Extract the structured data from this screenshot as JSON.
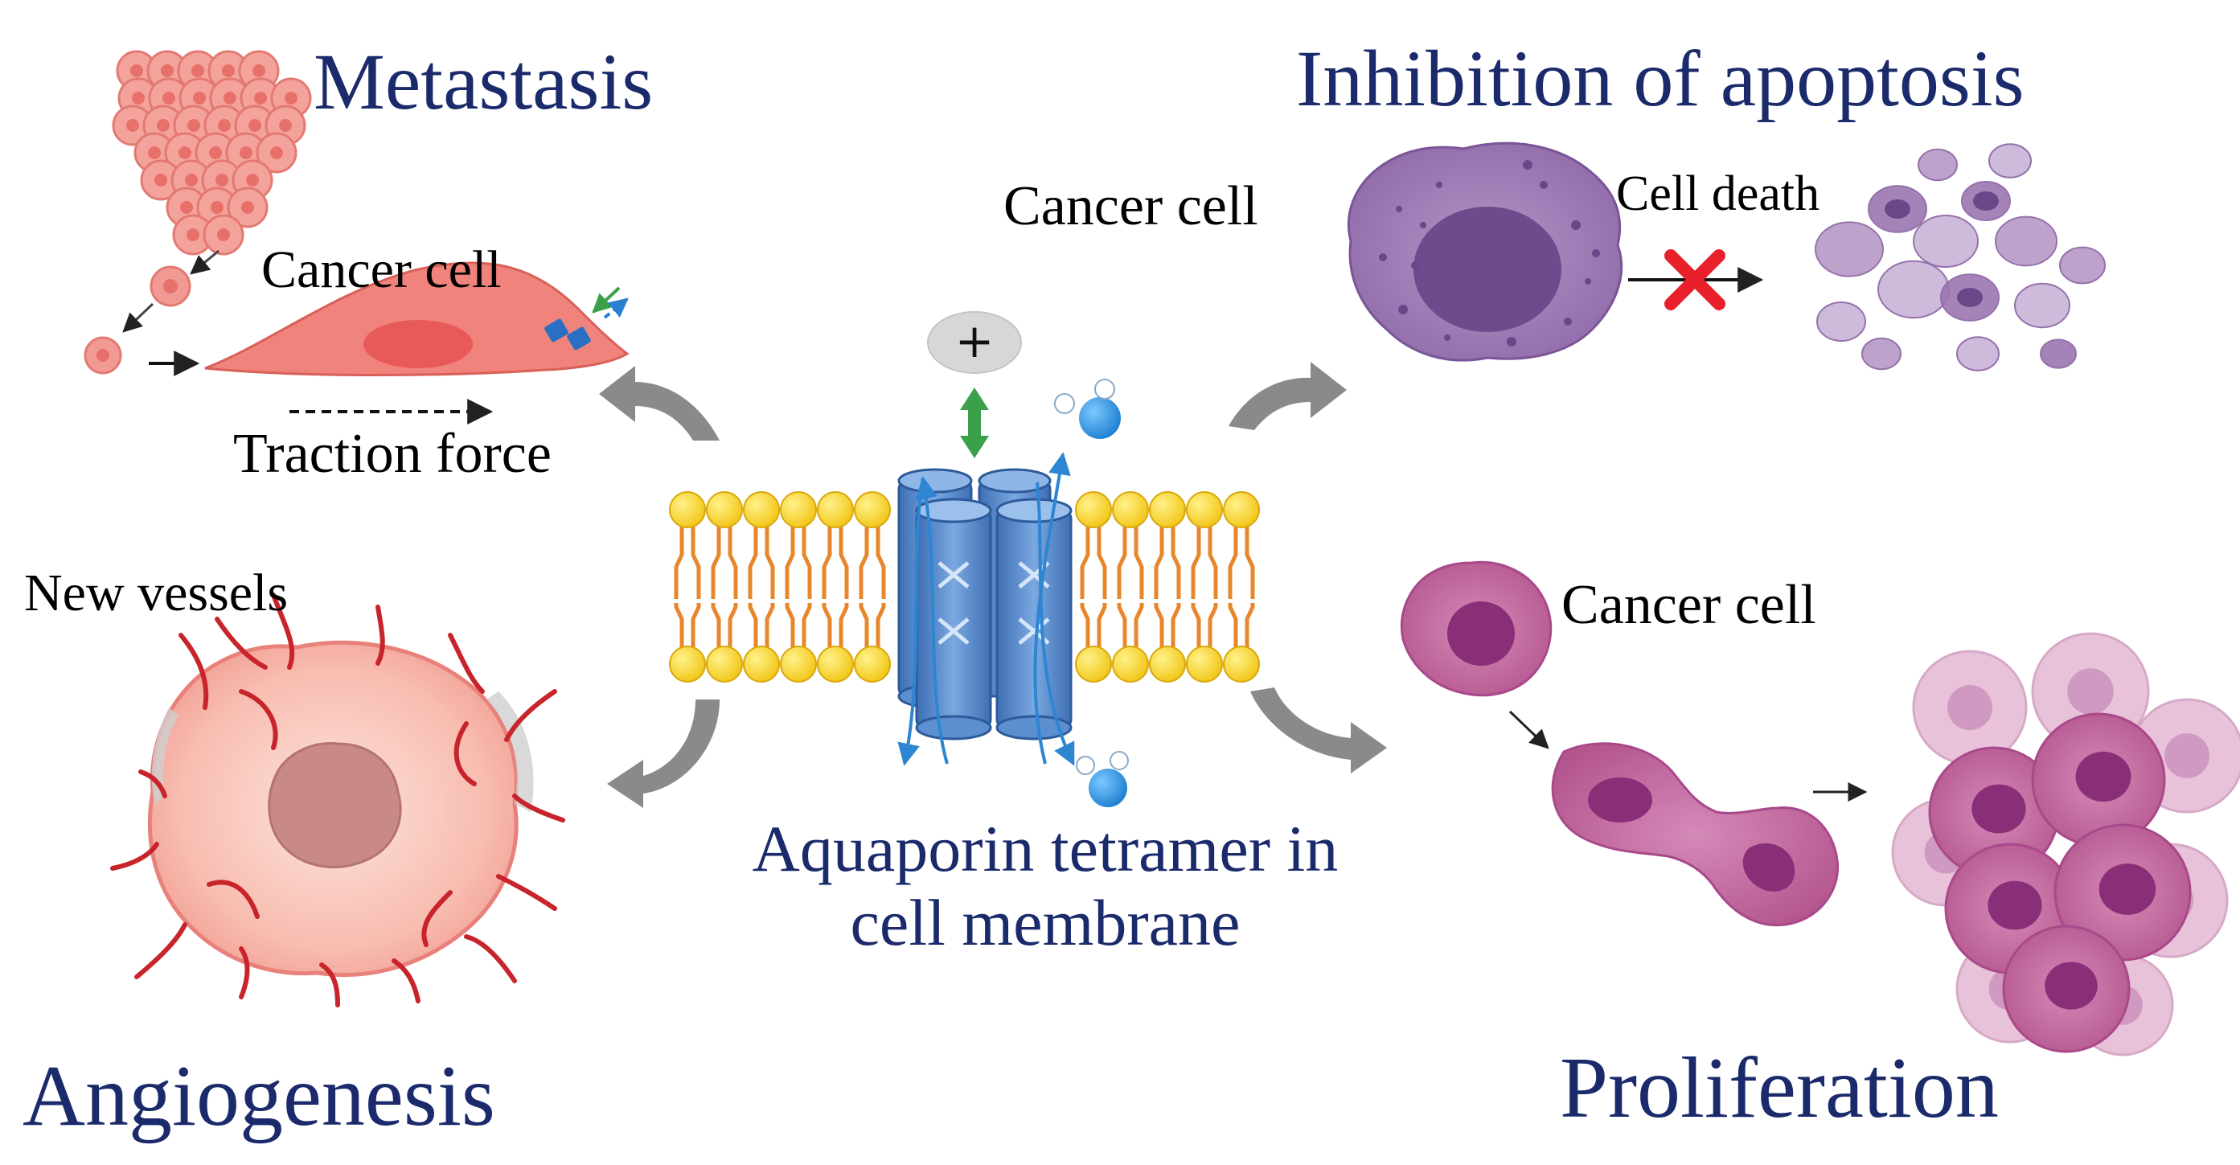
{
  "titles": {
    "metastasis": "Metastasis",
    "apoptosis": "Inhibition of apoptosis",
    "angiogenesis": "Angiogenesis",
    "proliferation": "Proliferation"
  },
  "labels": {
    "cancer_cell_metastasis": "Cancer cell",
    "traction_force": "Traction force",
    "cancer_cell_apoptosis": "Cancer cell",
    "cell_death": "Cell death",
    "new_vessels": "New vessels",
    "cancer_cell_proliferation": "Cancer cell",
    "plus_sign": "+"
  },
  "center": {
    "caption_line1": "Aquaporin tetramer in",
    "caption_line2": "cell membrane"
  },
  "colors": {
    "title_navy": "#1b2a6b",
    "metastasis_cell": "#f08a86",
    "apoptosis_cell": "#9a76b3",
    "proliferation_cell": "#c3699f",
    "lipid_head": "#f5cf1e",
    "lipid_tail": "#e8862b",
    "aquaporin": "#5b8fd0",
    "vessel": "#c8242b",
    "grey_arrow": "#8a8a8a",
    "green_arrow": "#3aa14a",
    "red_cross": "#e8202a"
  }
}
